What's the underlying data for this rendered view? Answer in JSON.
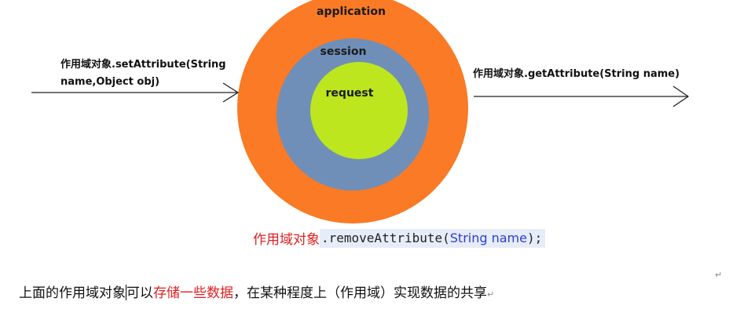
{
  "diagram": {
    "outer_label": "application",
    "middle_label": "session",
    "inner_label": "request",
    "colors": {
      "outer": "#fa7a25",
      "middle": "#6f8fb9",
      "inner": "#bde61f",
      "caption_red": "#e02020",
      "code_blue": "#2a3fd0",
      "code_bg": "#e6ecf8"
    },
    "left_arrow": {
      "line1": "作用域对象.setAttribute(String",
      "line2": "name,Object obj)"
    },
    "right_arrow": {
      "label": "作用域对象.getAttribute(String name)"
    },
    "remove": {
      "prefix": "作用域对象",
      "code": ".removeAttribute(",
      "arg": "String name",
      "suffix": ");"
    }
  },
  "caption": {
    "part1": "上面的作用域对象",
    "part2": "可以",
    "part3": "存储一些数据",
    "part4": "，在某种程度上（作用域）实现数据的共享",
    "return_mark": "↵"
  }
}
